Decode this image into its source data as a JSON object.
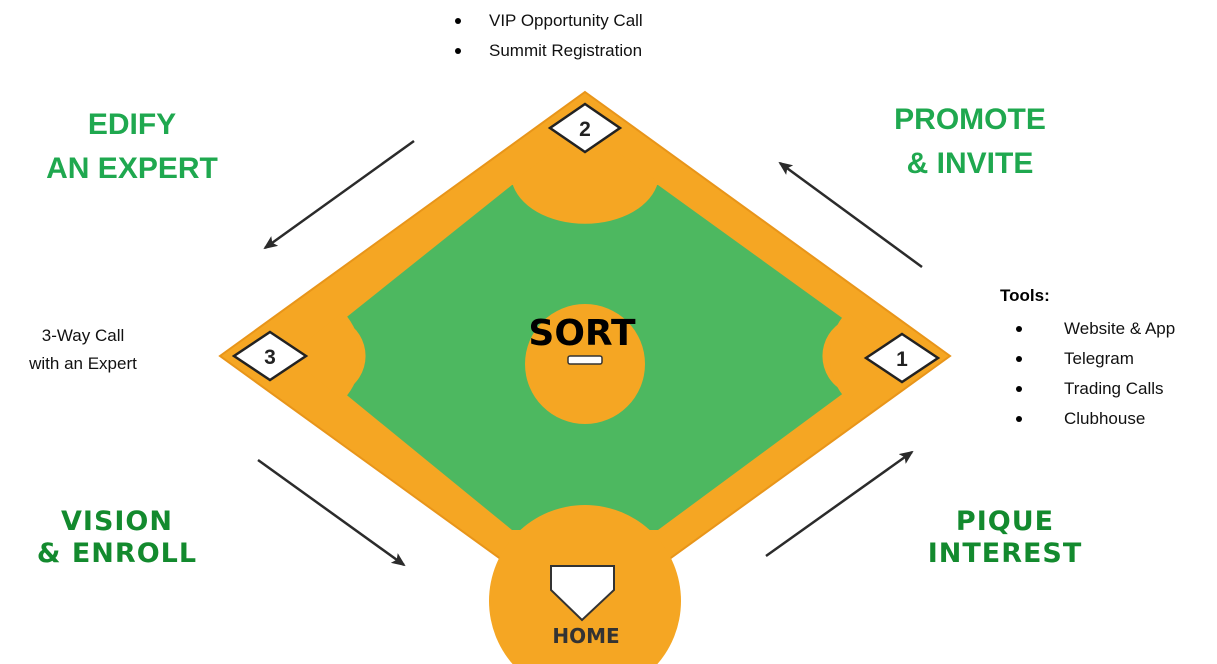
{
  "labels": {
    "edify": [
      "EDIFY",
      "AN EXPERT"
    ],
    "promote": [
      "PROMOTE",
      "& INVITE"
    ],
    "vision": [
      "VISION",
      "& ENROLL"
    ],
    "pique": [
      "PIQUE",
      "INTEREST"
    ]
  },
  "top_list": [
    "VIP Opportunity Call",
    "Summit Registration"
  ],
  "third_base_note": [
    "3-Way Call",
    "with an Expert"
  ],
  "tools": {
    "title": "Tools:",
    "items": [
      "Website & App",
      "Telegram",
      "Trading Calls",
      "Clubhouse"
    ]
  },
  "field": {
    "center": "SORT",
    "home": "HOME",
    "bases": [
      "1",
      "2",
      "3"
    ]
  },
  "colors": {
    "infield_dirt": "#f5a623",
    "grass": "#4db860",
    "label_green": "#1fa84f",
    "label_dark_green": "#138a2e"
  }
}
